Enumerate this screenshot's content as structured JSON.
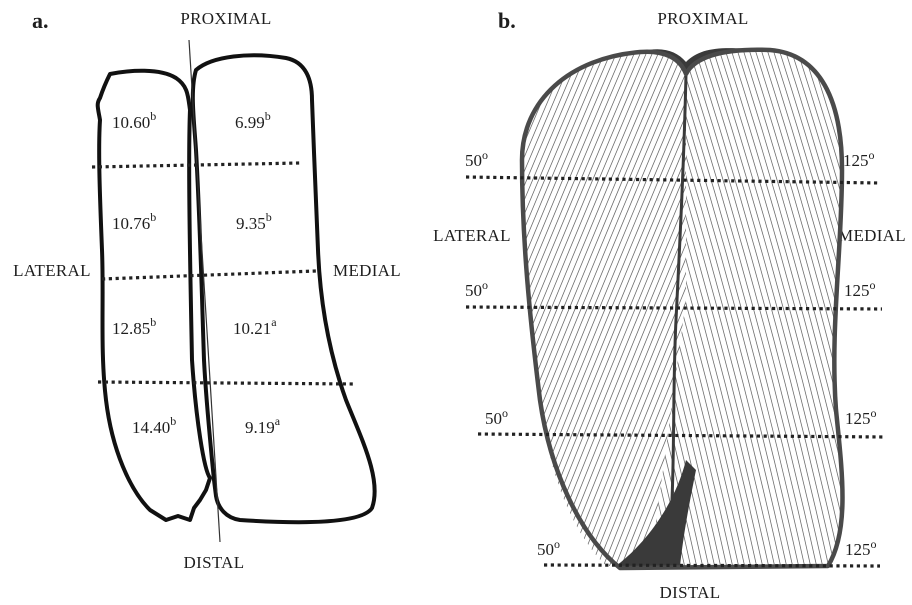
{
  "panel_a": {
    "label": "a.",
    "proximal": "PROXIMAL",
    "distal": "DISTAL",
    "lateral": "LATERAL",
    "medial": "MEDIAL",
    "lateral_values": [
      {
        "value": "10.60",
        "sup": "b"
      },
      {
        "value": "10.76",
        "sup": "b"
      },
      {
        "value": "12.85",
        "sup": "b"
      },
      {
        "value": "14.40",
        "sup": "b"
      }
    ],
    "medial_values": [
      {
        "value": "6.99",
        "sup": "b"
      },
      {
        "value": "9.35",
        "sup": "b"
      },
      {
        "value": "10.21",
        "sup": "a"
      },
      {
        "value": "9.19",
        "sup": "a"
      }
    ]
  },
  "panel_b": {
    "label": "b.",
    "proximal": "PROXIMAL",
    "distal": "DISTAL",
    "lateral": "LATERAL",
    "medial": "MEDIAL",
    "levels": [
      {
        "lateral_angle": "50",
        "medial_angle": "125"
      },
      {
        "lateral_angle": "50",
        "medial_angle": "125"
      },
      {
        "lateral_angle": "50",
        "medial_angle": "125"
      },
      {
        "lateral_angle": "50",
        "medial_angle": "125"
      }
    ],
    "degree_mark": "o",
    "colors": {
      "outline": "#4a4a4a",
      "hatch": "#6e6e6e",
      "seam": "#3a3a3a"
    }
  }
}
